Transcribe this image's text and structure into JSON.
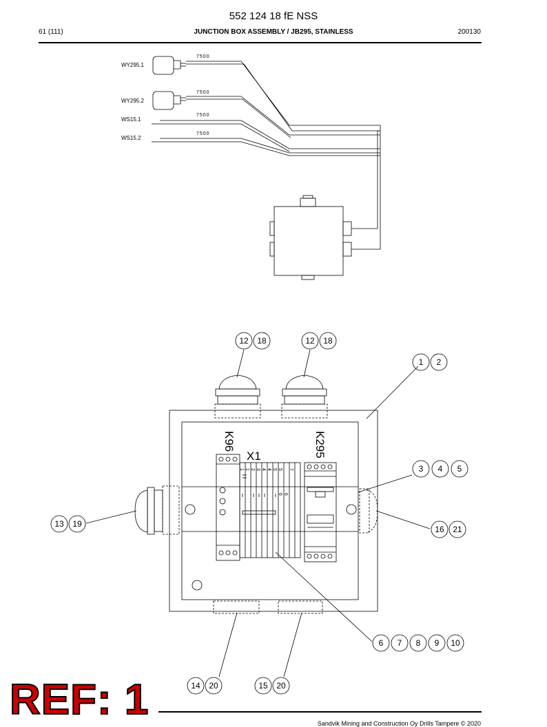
{
  "header": {
    "doc_title": "552 124 18 fE NSS",
    "page": "61 (111)",
    "assembly_title": "JUNCTION BOX ASSEMBLY / JB295, STAINLESS",
    "date": "200130"
  },
  "cables": [
    {
      "label": "WY295.1",
      "length": "7500"
    },
    {
      "label": "WY295.2",
      "length": "7500"
    },
    {
      "label": "WS15.1",
      "length": "7500"
    },
    {
      "label": "WS15.2",
      "length": "7500"
    }
  ],
  "components": {
    "relay_left": "K96",
    "terminal_block": "X1",
    "relay_right": "K295",
    "terminal_numbers": [
      "1",
      "1",
      "2",
      "3",
      "4",
      "4",
      "5",
      "5",
      "6",
      "6",
      "7"
    ]
  },
  "callouts": [
    {
      "items": [
        "12",
        "18"
      ]
    },
    {
      "items": [
        "12",
        "18"
      ]
    },
    {
      "items": [
        "1",
        "2"
      ]
    },
    {
      "items": [
        "3",
        "4",
        "5"
      ]
    },
    {
      "items": [
        "13",
        "19"
      ]
    },
    {
      "items": [
        "16",
        "21"
      ]
    },
    {
      "items": [
        "6",
        "7",
        "8",
        "9",
        "10"
      ]
    },
    {
      "items": [
        "14",
        "20"
      ]
    },
    {
      "items": [
        "15",
        "20"
      ]
    }
  ],
  "footer": {
    "ref": "REF: 1",
    "copyright": "Sandvik Mining and Construction Oy Drills Tampere © 2020"
  }
}
